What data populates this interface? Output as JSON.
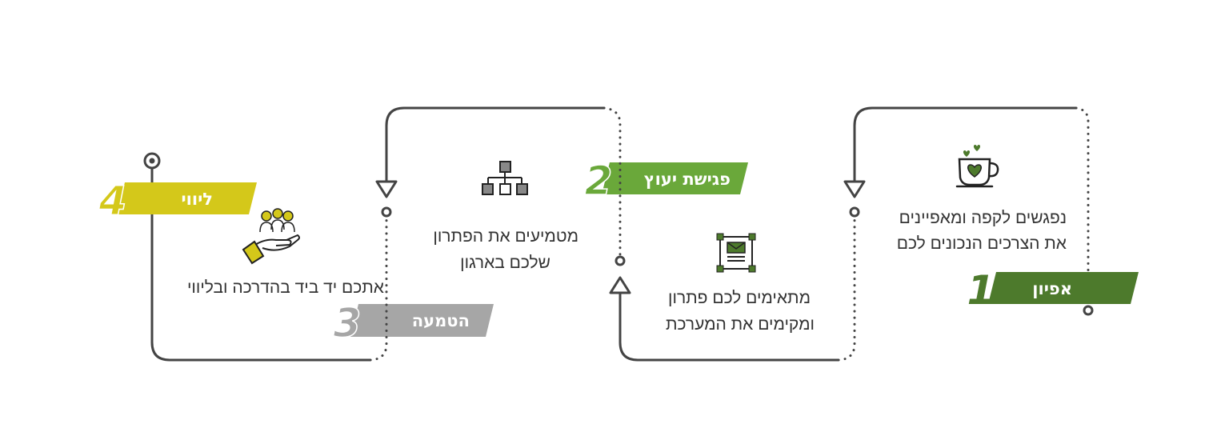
{
  "colors": {
    "line": "#444444",
    "step1": "#4d7a2c",
    "step2": "#6aa83a",
    "step3": "#a6a6a6",
    "step4": "#d4c81a",
    "icon_green": "#4d7a2c"
  },
  "steps": [
    {
      "number": "1",
      "title": "אפיון",
      "icon": "coffee-cup-hearts-icon",
      "description": [
        "נפגשים לקפה ומאפיינים",
        "את הצרכים הנכונים לכם"
      ]
    },
    {
      "number": "2",
      "title": "פגישת יעוץ",
      "icon": "document-frame-icon",
      "description": [
        "מתאימים לכם פתרון",
        "ומקימים את המערכת"
      ]
    },
    {
      "number": "3",
      "title": "הטמעה",
      "icon": "org-chart-icon",
      "description": [
        "מטמיעים את הפתרון",
        "שלכם בארגון"
      ]
    },
    {
      "number": "4",
      "title": "ליווי",
      "icon": "hand-holding-people-icon",
      "description": [
        "אתכם יד ביד בהדרכה ובליווי"
      ]
    }
  ]
}
